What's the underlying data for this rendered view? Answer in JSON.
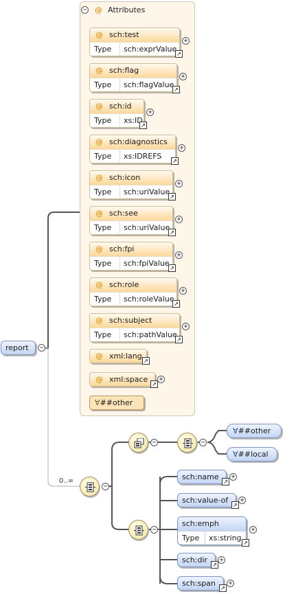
{
  "root": {
    "label": "report"
  },
  "attributes_panel": {
    "title": "Attributes",
    "attributes": [
      {
        "name": "sch:test",
        "type_key": "Type",
        "type_value": "sch:exprValue"
      },
      {
        "name": "sch:flag",
        "type_key": "Type",
        "type_value": "sch:flagValue"
      },
      {
        "name": "sch:id",
        "type_key": "Type",
        "type_value": "xs:ID"
      },
      {
        "name": "sch:diagnostics",
        "type_key": "Type",
        "type_value": "xs:IDREFS"
      },
      {
        "name": "sch:icon",
        "type_key": "Type",
        "type_value": "sch:uriValue"
      },
      {
        "name": "sch:see",
        "type_key": "Type",
        "type_value": "sch:uriValue"
      },
      {
        "name": "sch:fpi",
        "type_key": "Type",
        "type_value": "sch:fpiValue"
      },
      {
        "name": "sch:role",
        "type_key": "Type",
        "type_value": "sch:roleValue"
      },
      {
        "name": "sch:subject",
        "type_key": "Type",
        "type_value": "sch:pathValue"
      },
      {
        "name": "xml:lang"
      },
      {
        "name": "xml:space"
      }
    ],
    "any_attribute": "##other"
  },
  "content": {
    "occurrence": "0..∞",
    "choice_any": [
      "##other",
      "##local"
    ],
    "elements": [
      {
        "name": "sch:name"
      },
      {
        "name": "sch:value-of"
      },
      {
        "name": "sch:emph",
        "type_key": "Type",
        "type_value": "xs:string"
      },
      {
        "name": "sch:dir"
      },
      {
        "name": "sch:span"
      }
    ]
  },
  "symbols": {
    "at": "@",
    "any": "∀",
    "plus": "+",
    "minus": "−",
    "link": "↗"
  },
  "colors": {
    "attribute_header": "#fcd89b",
    "attribute_panel": "#fdf6e9",
    "element_fill": "#c3d5f3",
    "compositor": "#f3e3a0",
    "connector": "#555555"
  }
}
